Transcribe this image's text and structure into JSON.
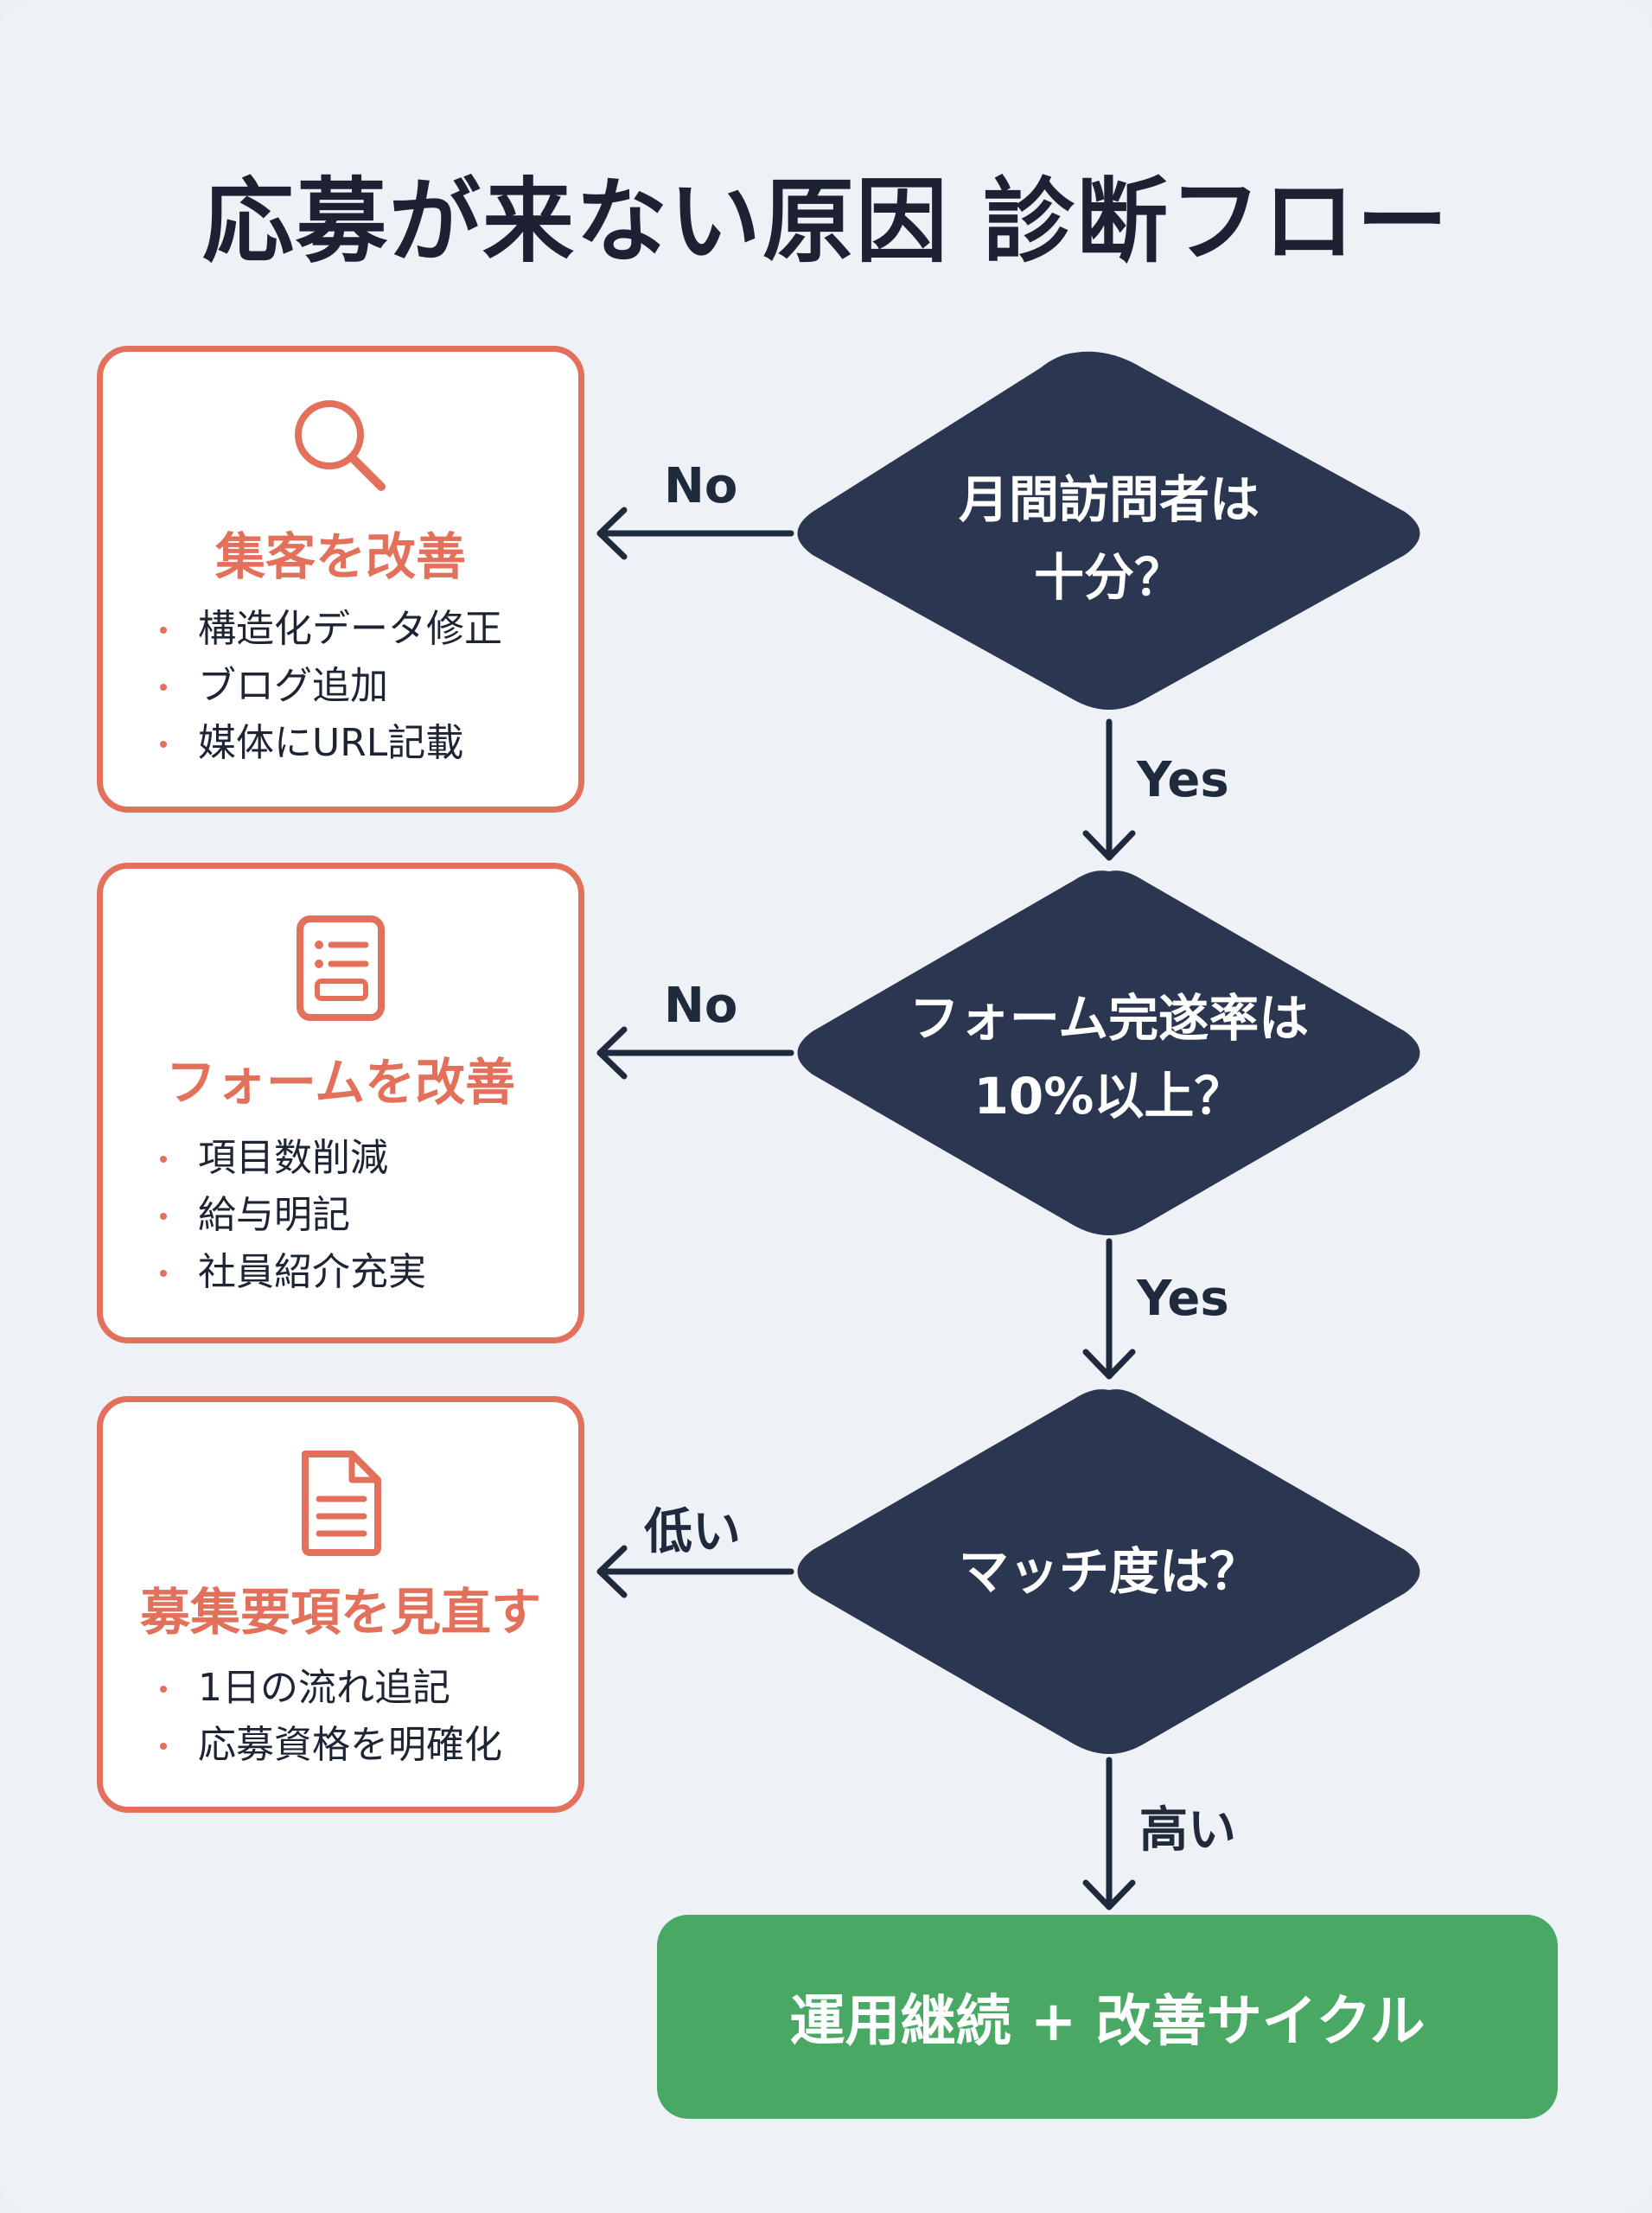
{
  "title": "応募が来ない原因 診断フロー",
  "decisions": [
    {
      "line1": "月間訪問者は",
      "line2": "十分？"
    },
    {
      "line1": "フォーム完遂率は",
      "line2": "10%以上？"
    },
    {
      "line1": "マッチ度は？",
      "line2": ""
    }
  ],
  "edges": {
    "no_1": "No",
    "yes_1": "Yes",
    "no_2": "No",
    "yes_2": "Yes",
    "low_3": "低い",
    "high_3": "高い"
  },
  "actions": [
    {
      "icon": "search-icon",
      "title": "集客を改善",
      "items": [
        "構造化データ修正",
        "ブログ追加",
        "媒体にURL記載"
      ]
    },
    {
      "icon": "form-list-icon",
      "title": "フォームを改善",
      "items": [
        "項目数削減",
        "給与明記",
        "社員紹介充実"
      ]
    },
    {
      "icon": "document-icon",
      "title": "募集要項を見直す",
      "items": [
        "1日の流れ追記",
        "応募資格を明確化"
      ]
    }
  ],
  "final": {
    "label": "運用継続 + 改善サイクル"
  },
  "colors": {
    "decision": "#2b3650",
    "accent": "#e2705a",
    "success": "#4aa865",
    "background": "#eef1f5"
  }
}
